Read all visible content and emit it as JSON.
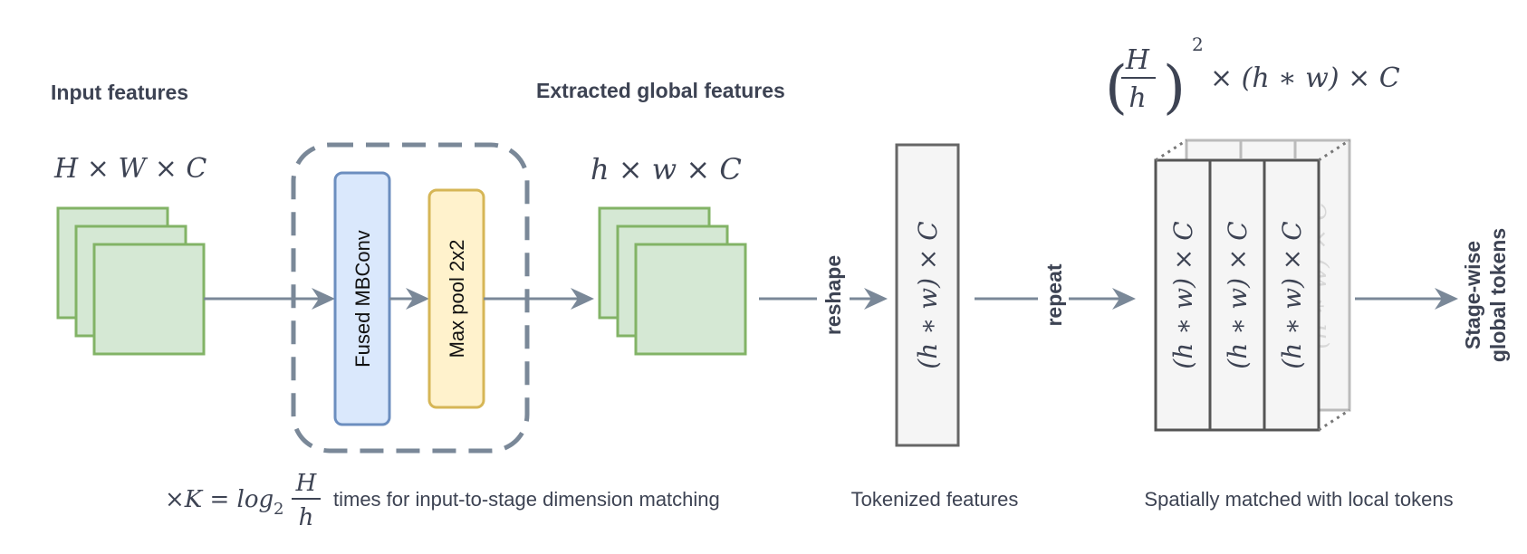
{
  "labels": {
    "input_features": "Input features",
    "extracted_global_features": "Extracted global features",
    "stage_wise_line1": "Stage-wise",
    "stage_wise_line2": "global tokens"
  },
  "dims": {
    "input": "H × W × C",
    "extracted": "h × w × C",
    "token": "(h ∗ w) × C",
    "repeat_formula_frac_num": "H",
    "repeat_formula_frac_den": "h",
    "repeat_formula_exp": "2",
    "repeat_formula_rest": "× (h ∗ w) × C"
  },
  "blocks": {
    "fused_mbconv": "Fused MBConv",
    "max_pool": "Max pool 2x2"
  },
  "edges": {
    "reshape": "reshape",
    "repeat": "repeat"
  },
  "captions": {
    "times_prefix": "×K = log",
    "times_sub": "2",
    "times_frac_num": "H",
    "times_frac_den": "h",
    "times_suffix": "times for input-to-stage dimension matching",
    "tokenized": "Tokenized features",
    "spatial": "Spatially matched with local tokens"
  },
  "colors": {
    "green_fill": "#d5e8d4",
    "green_stroke": "#82b366",
    "blue_fill": "#dae8fc",
    "blue_stroke": "#6c8ebf",
    "yellow_fill": "#fff2cc",
    "yellow_stroke": "#d6b656",
    "arrow": "#7a8898",
    "token_fill": "#f5f5f5",
    "token_stroke": "#666666"
  }
}
